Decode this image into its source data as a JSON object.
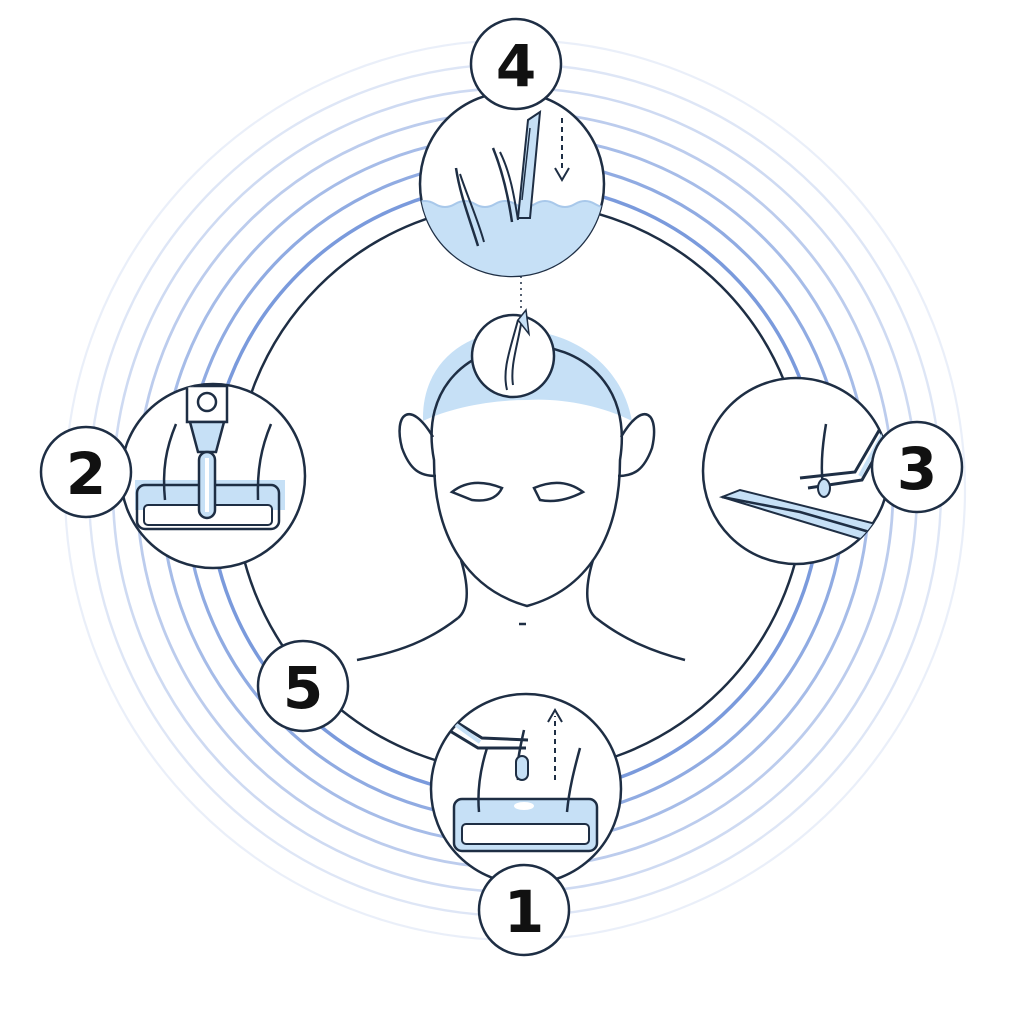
{
  "colors": {
    "ink": "#1e2e44",
    "fill": "#c6e0f6",
    "ring": "#6b8fd8",
    "white": "#ffffff",
    "label": "#111111"
  },
  "steps": [
    {
      "label": "1",
      "icon": "follicle-extraction-icon"
    },
    {
      "label": "2",
      "icon": "follicle-separation-icon"
    },
    {
      "label": "3",
      "icon": "forceps-preparation-icon"
    },
    {
      "label": "4",
      "icon": "follicle-implantation-icon"
    },
    {
      "label": "5",
      "icon": ""
    }
  ],
  "center": {
    "icon": "head-with-graft-icon"
  }
}
